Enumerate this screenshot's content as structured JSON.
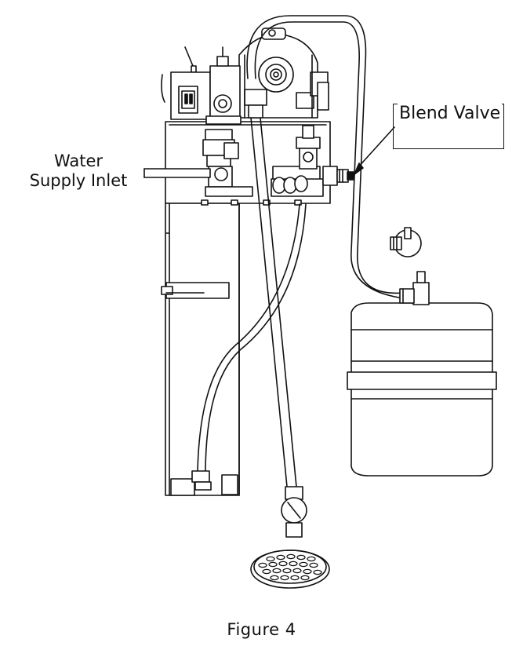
{
  "figure": {
    "caption": "Figure 4"
  },
  "labels": {
    "water_supply_inlet_line1": "Water",
    "water_supply_inlet_line2": "Supply Inlet",
    "blend_valve": "Blend Valve"
  }
}
